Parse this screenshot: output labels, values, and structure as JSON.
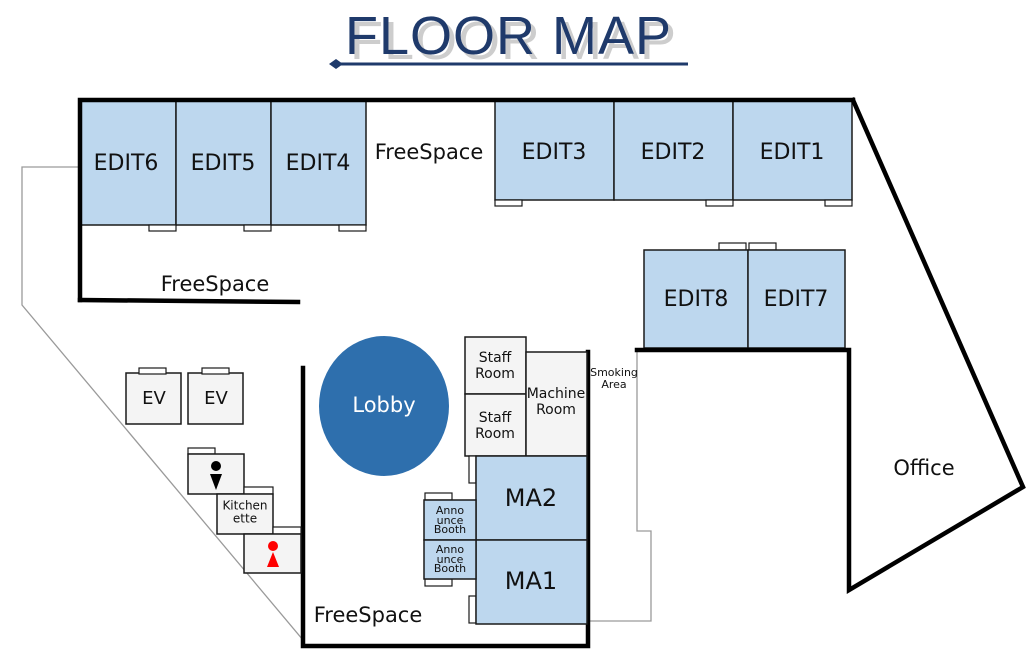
{
  "title": "FLOOR MAP",
  "colors": {
    "title": "#1f3a6b",
    "edit_room_fill": "#bdd7ee",
    "service_room_fill": "#f4f4f4",
    "lobby_fill": "#2e6fad",
    "mens_icon": "#000000",
    "womens_icon": "#ff0000",
    "wall": "#000000",
    "outline": "#9a9a9a"
  },
  "rooms": {
    "edit6": "EDIT6",
    "edit5": "EDIT5",
    "edit4": "EDIT4",
    "edit3": "EDIT3",
    "edit2": "EDIT2",
    "edit1": "EDIT1",
    "edit8": "EDIT8",
    "edit7": "EDIT7",
    "ma2": "MA2",
    "ma1": "MA1",
    "lobby": "Lobby",
    "office": "Office",
    "staff_room_1": [
      "Staff",
      "Room"
    ],
    "staff_room_2": [
      "Staff",
      "Room"
    ],
    "machine_room": [
      "Machine",
      "Room"
    ],
    "smoking_area": [
      "Smoking",
      "Area"
    ],
    "announce_booth_1": [
      "Anno",
      "unce",
      "Booth"
    ],
    "announce_booth_2": [
      "Anno",
      "unce",
      "Booth"
    ],
    "ev1": "EV",
    "ev2": "EV",
    "kitchenette": [
      "Kitchen",
      "ette"
    ],
    "freespace_top": "FreeSpace",
    "freespace_left": "FreeSpace",
    "freespace_bottom": "FreeSpace"
  },
  "icons": {
    "mens_restroom": "mens-restroom-icon",
    "womens_restroom": "womens-restroom-icon"
  }
}
